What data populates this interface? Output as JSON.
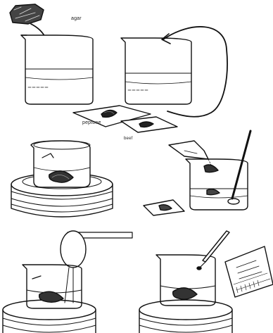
{
  "labels": {
    "agar": "agar",
    "peptone": "peptone",
    "beef": "beef"
  },
  "colors": {
    "ink": "#111111",
    "background": "#ffffff"
  },
  "icons": {
    "step1": "agar-into-beaker-icon",
    "step2": "beaker-pour-icon",
    "step3": "beaker-on-hotplate-icon",
    "step4": "stirring-icon",
    "step5": "pouring-flask-icon",
    "step6": "thermometer-check-icon"
  }
}
